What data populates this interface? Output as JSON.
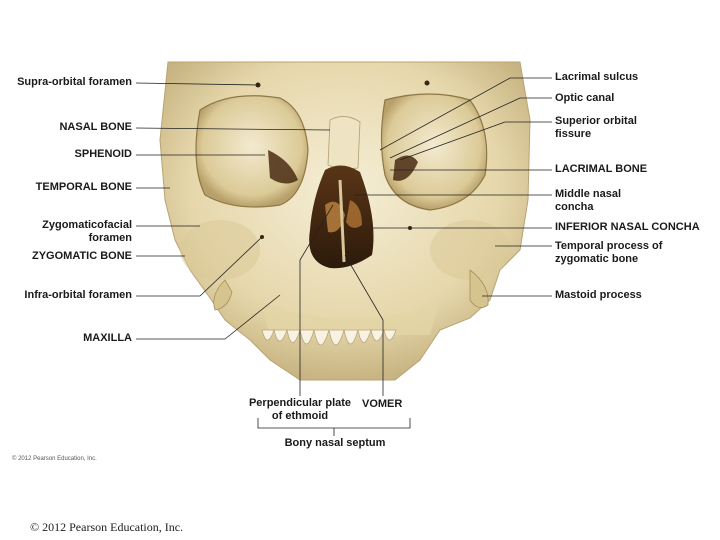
{
  "labels_left": [
    "Supra-orbital foramen",
    "NASAL BONE",
    "SPHENOID",
    "TEMPORAL BONE",
    "Zygomaticofacial\nforamen",
    "ZYGOMATIC BONE",
    "Infra-orbital foramen",
    "MAXILLA"
  ],
  "labels_right": [
    "Lacrimal sulcus",
    "Optic canal",
    "Superior orbital\nfissure",
    "LACRIMAL BONE",
    "Middle nasal\nconcha",
    "INFERIOR NASAL CONCHA",
    "Temporal process of\nzygomatic bone",
    "Mastoid process"
  ],
  "labels_bottom": {
    "perpendicular": "Perpendicular plate\nof ethmoid",
    "vomer": "VOMER",
    "septum": "Bony nasal septum"
  },
  "copyright_small": "© 2012 Pearson Education, Inc.",
  "copyright_footer": "© 2012 Pearson Education, Inc.",
  "colors": {
    "bone": "#e9dcb5",
    "bone_light": "#f4ecd2",
    "bone_shadow": "#c9b98e",
    "cavity": "#8a5a2b",
    "cavity_dark": "#3b2412",
    "line": "#222222"
  }
}
